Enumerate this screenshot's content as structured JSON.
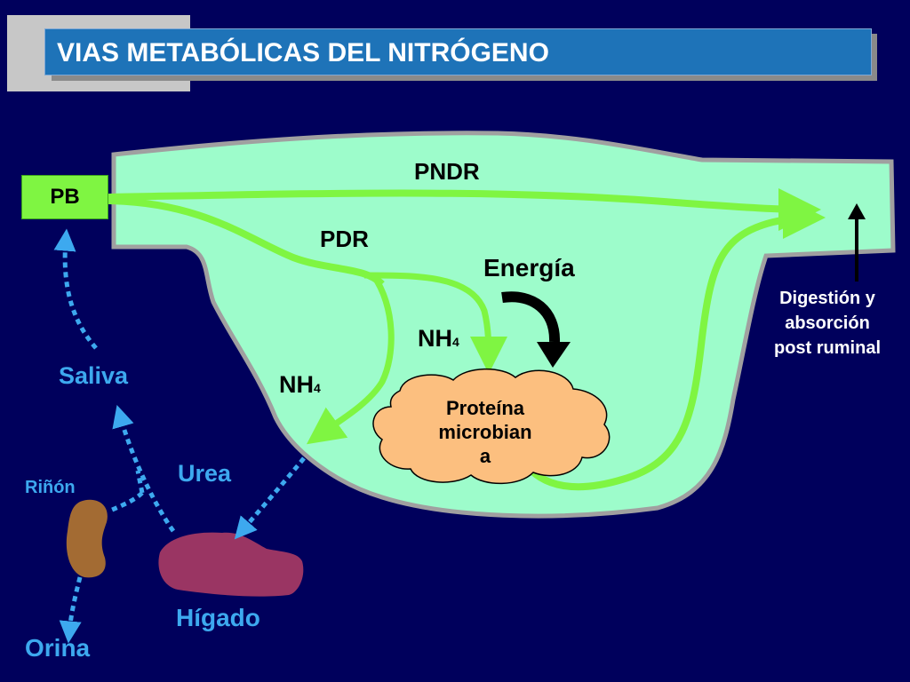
{
  "title": "VIAS METABÓLICAS DEL NITRÓGENO",
  "nodes": {
    "pb": "PB",
    "pndr": "PNDR",
    "pdr": "PDR",
    "energia": "Energía",
    "nh4_right": {
      "main": "NH",
      "sub": "4"
    },
    "nh4_left": {
      "main": "NH",
      "sub": "4"
    },
    "proteina": [
      "Proteína",
      "microbian",
      "a"
    ],
    "digestion": [
      "Digestión y",
      "absorción",
      "post ruminal"
    ],
    "saliva": "Saliva",
    "urea": "Urea",
    "rinon": "Riñón",
    "higado": "Hígado",
    "orina": "Orina"
  },
  "colors": {
    "background": "#00005c",
    "title_bar": "#1e73b8",
    "rumen": "#9dfccb",
    "arrows_green": "#7ff542",
    "dotted_blue": "#3da9ef",
    "protein_cloud": "#fcbf7f",
    "liver": "#9a3563",
    "kidney": "#a36b33"
  }
}
